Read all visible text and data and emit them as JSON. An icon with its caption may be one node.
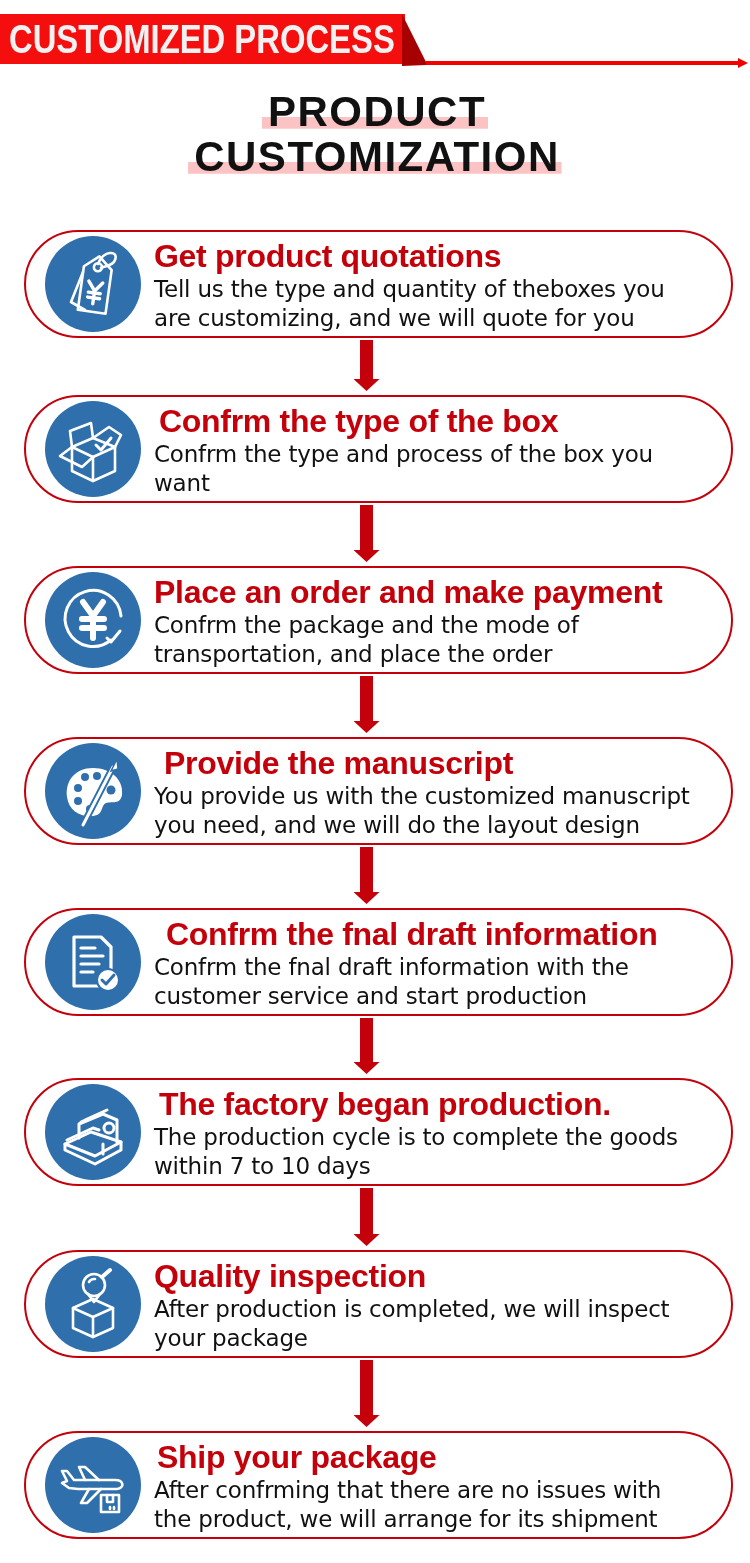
{
  "diagram": {
    "title": "CUSTOMIZED PROCESS",
    "nodes": [
      {
        "text": [
          "Get product quotations",
          "Tell us the type and quantity of theboxes you are customizing, and we will quote for you"
        ]
      },
      {
        "text": [
          "Confrm the type of the box",
          "Confrm the type and process of the box you want"
        ]
      },
      {
        "text": [
          "Place an order and make payment",
          "Confrm the package and the mode of transportation, and place the order"
        ]
      },
      {
        "text": [
          "Provide the manuscript",
          "You provide us with the customized manuscript you need, and we will do the layout design"
        ]
      },
      {
        "text": [
          "Confrm the fnal draft information",
          "Confrm the fnal draft information with the customer service and start production"
        ]
      },
      {
        "text": [
          "The factory began production.",
          "The production cycle is to complete the goods within 7 to 10 days"
        ]
      },
      {
        "text": [
          "Quality inspection",
          "After production is completed, we will inspect your package"
        ]
      },
      {
        "text": [
          "Ship your package",
          "After confrming that there are no issues with the product, we will arrange for its shipment"
        ]
      }
    ],
    "edges": [
      {
        "from": 0,
        "to": 1,
        "arrow": "to"
      },
      {
        "from": 1,
        "to": 2,
        "arrow": "to"
      },
      {
        "from": 2,
        "to": 3,
        "arrow": "to"
      },
      {
        "from": 3,
        "to": 4,
        "arrow": "to"
      },
      {
        "from": 4,
        "to": 5,
        "arrow": "to"
      },
      {
        "from": 5,
        "to": 6,
        "arrow": "to"
      },
      {
        "from": 6,
        "to": 7,
        "arrow": "to"
      }
    ],
    "labels": [
      "PRODUCT CUSTOMIZATION"
    ]
  }
}
